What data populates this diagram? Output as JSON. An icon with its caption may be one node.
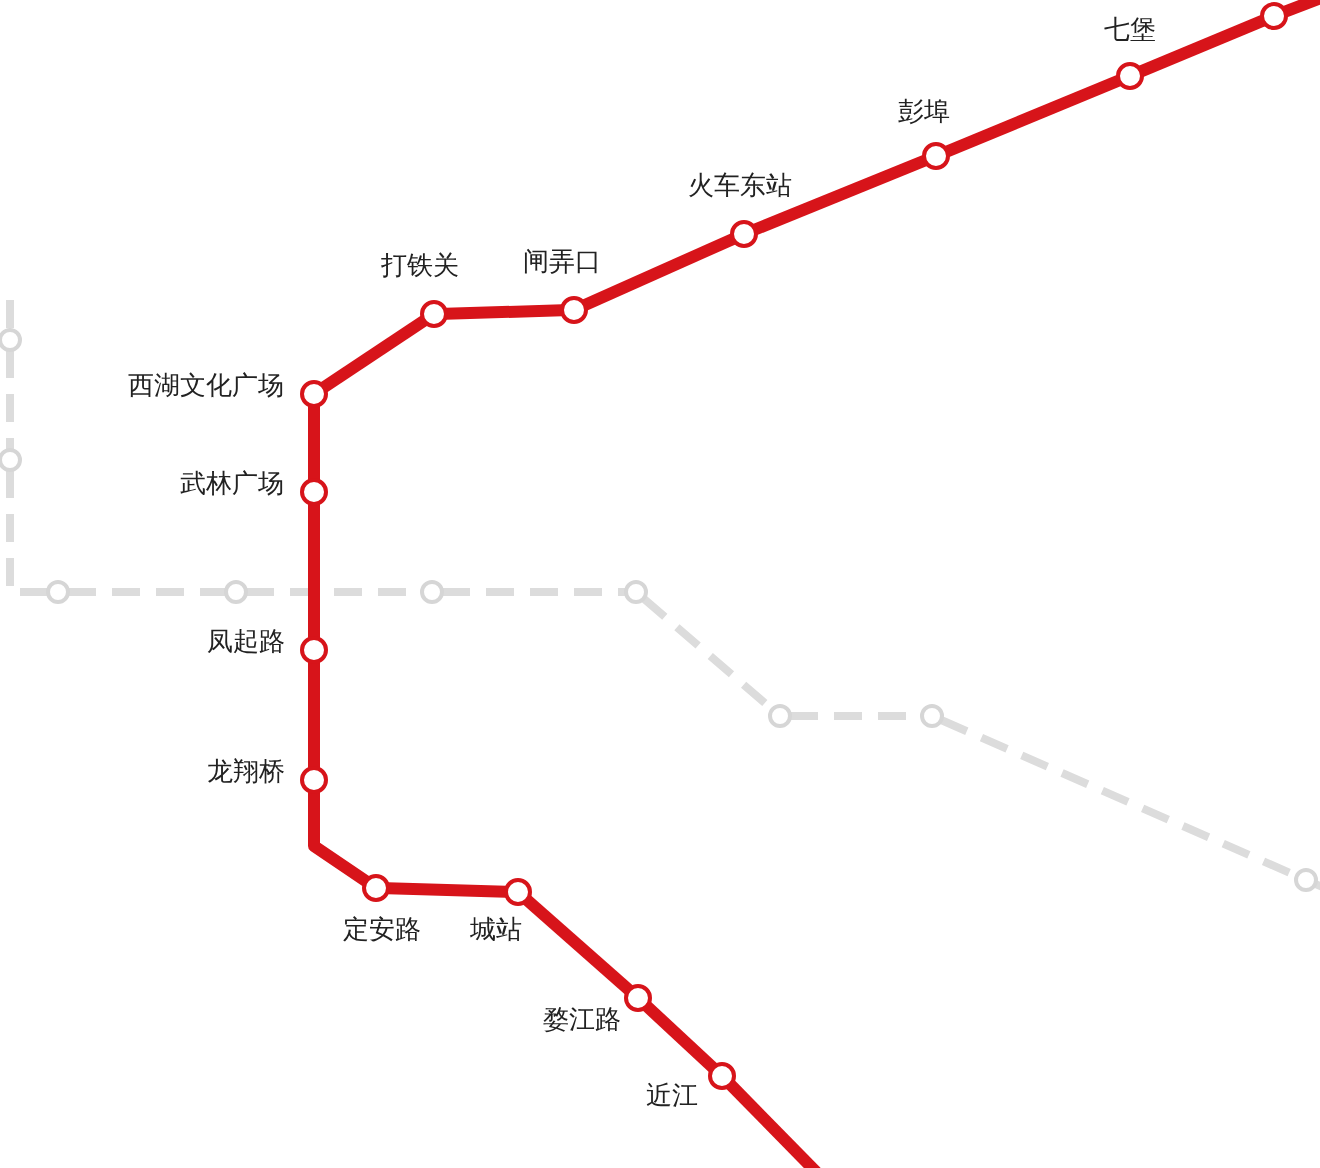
{
  "diagram": {
    "nodes": [
      {
        "text": [],
        "shape": "circle"
      },
      {
        "text": [
          "七堡"
        ]
      },
      {
        "text": [
          "彭埠"
        ]
      },
      {
        "text": [
          "火车东站"
        ]
      },
      {
        "text": [
          "闸弄口"
        ]
      },
      {
        "text": [
          "打铁关"
        ]
      },
      {
        "text": [
          "西湖文化广场"
        ]
      },
      {
        "text": [
          "武林广场"
        ]
      },
      {
        "text": [
          "凤起路"
        ]
      },
      {
        "text": [
          "龙翔桥"
        ]
      },
      {
        "text": [
          "定安路"
        ]
      },
      {
        "text": [
          "城站"
        ]
      },
      {
        "text": [
          "婺江路"
        ]
      },
      {
        "text": [
          "近江"
        ]
      },
      {
        "text": [],
        "shape": "circle"
      },
      {
        "text": [],
        "shape": "circle"
      },
      {
        "text": [],
        "shape": "circle"
      },
      {
        "text": [],
        "shape": "circle"
      },
      {
        "text": [],
        "shape": "circle"
      },
      {
        "text": [],
        "shape": "circle"
      },
      {
        "text": [],
        "shape": "circle"
      },
      {
        "text": [],
        "shape": "circle"
      },
      {
        "text": [],
        "shape": "circle"
      }
    ],
    "edges": [
      {
        "from": null,
        "to": 0,
        "arrow": "none"
      },
      {
        "from": 0,
        "to": 1,
        "arrow": "none"
      },
      {
        "from": 1,
        "to": 2,
        "arrow": "none"
      },
      {
        "from": 2,
        "to": 3,
        "arrow": "none"
      },
      {
        "from": 3,
        "to": 4,
        "arrow": "none"
      },
      {
        "from": 4,
        "to": 5,
        "arrow": "none"
      },
      {
        "from": 5,
        "to": 6,
        "arrow": "none"
      },
      {
        "from": 6,
        "to": 7,
        "arrow": "none"
      },
      {
        "from": 7,
        "to": 8,
        "arrow": "none"
      },
      {
        "from": 8,
        "to": 9,
        "arrow": "none"
      },
      {
        "from": 9,
        "to": 10,
        "arrow": "none"
      },
      {
        "from": 10,
        "to": 11,
        "arrow": "none"
      },
      {
        "from": 11,
        "to": 12,
        "arrow": "none"
      },
      {
        "from": 12,
        "to": 13,
        "arrow": "none"
      },
      {
        "from": 13,
        "to": null,
        "arrow": "none"
      },
      {
        "from": null,
        "to": 14,
        "arrow": "none",
        "style": "dashed",
        "color": "#dcdcdc"
      },
      {
        "from": 14,
        "to": 15,
        "arrow": "none",
        "style": "dashed",
        "color": "#dcdcdc"
      },
      {
        "from": 15,
        "to": 16,
        "arrow": "none",
        "style": "dashed",
        "color": "#dcdcdc"
      },
      {
        "from": 16,
        "to": 17,
        "arrow": "none",
        "style": "dashed",
        "color": "#dcdcdc"
      },
      {
        "from": 17,
        "to": 18,
        "arrow": "none",
        "style": "dashed",
        "color": "#dcdcdc"
      },
      {
        "from": 18,
        "to": 19,
        "arrow": "none",
        "style": "dashed",
        "color": "#dcdcdc"
      },
      {
        "from": 19,
        "to": 20,
        "arrow": "none",
        "style": "dashed",
        "color": "#dcdcdc"
      },
      {
        "from": 20,
        "to": 21,
        "arrow": "none",
        "style": "dashed",
        "color": "#dcdcdc"
      },
      {
        "from": 21,
        "to": 22,
        "arrow": "none",
        "style": "dashed",
        "color": "#dcdcdc"
      },
      {
        "from": 22,
        "to": null,
        "arrow": "none",
        "style": "dashed",
        "color": "#dcdcdc"
      }
    ]
  }
}
